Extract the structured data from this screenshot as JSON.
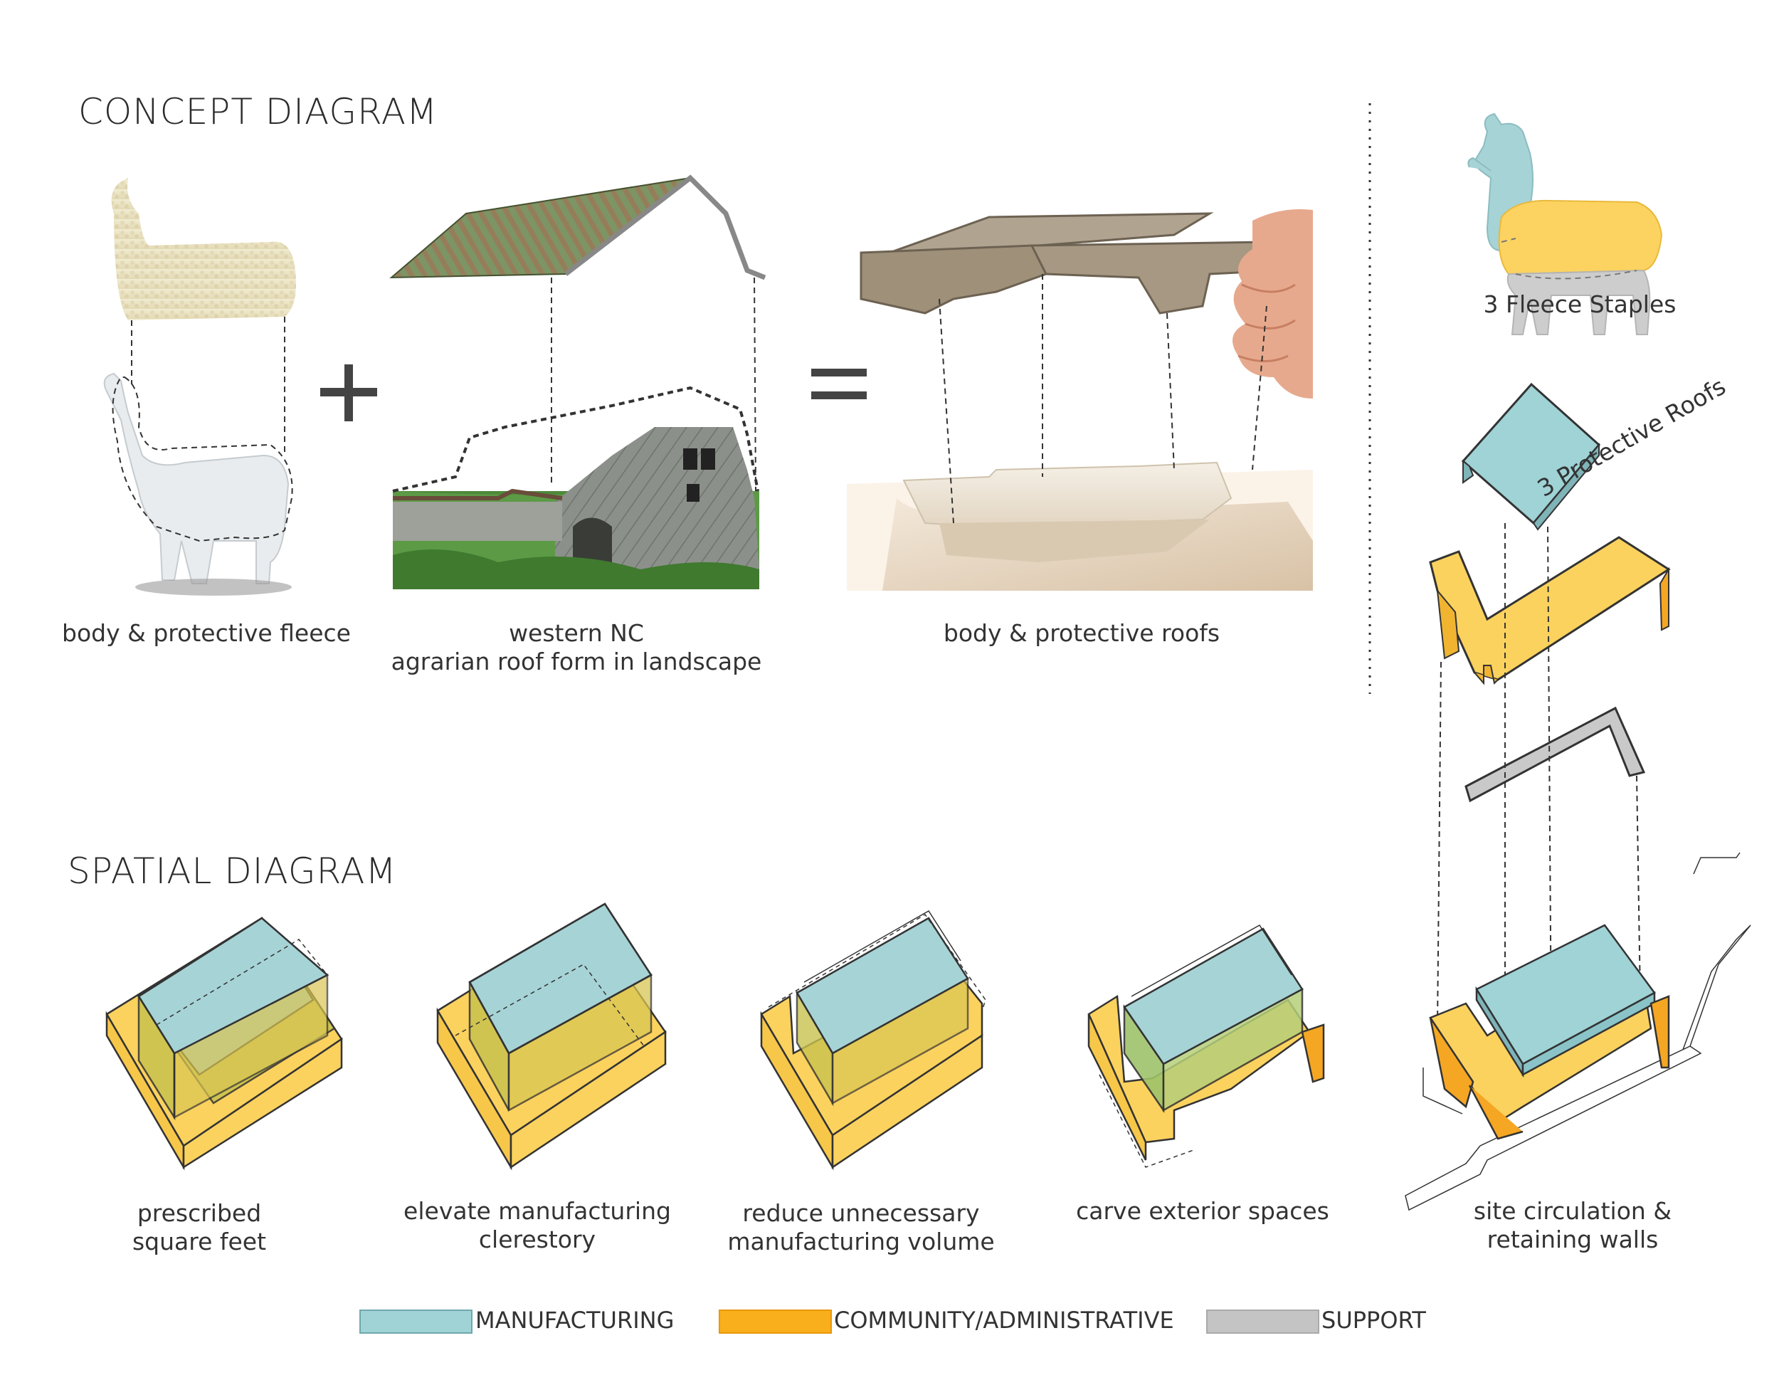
{
  "headings": {
    "concept": "CONCEPT DIAGRAM",
    "spatial": "SPATIAL DIAGRAM"
  },
  "concept_captions": {
    "alpaca": "body & protective fleece",
    "barn_line1": "western NC",
    "barn_line2": "agrarian roof form in landscape",
    "model": "body & protective roofs",
    "plus": "+",
    "equals": "="
  },
  "right_panel": {
    "fleece": "3 Fleece Staples",
    "roofs": "3 Protective Roofs"
  },
  "spatial_steps": [
    {
      "line1": "prescribed",
      "line2": "square feet"
    },
    {
      "line1": "elevate manufacturing",
      "line2": "clerestory"
    },
    {
      "line1": "reduce unnecessary",
      "line2": "manufacturing volume"
    },
    {
      "line1": "carve exterior spaces",
      "line2": ""
    },
    {
      "line1": "site circulation &",
      "line2": "retaining walls"
    }
  ],
  "legend": [
    {
      "label": "MANUFACTURING",
      "color": "#9fd3d6"
    },
    {
      "label": "COMMUNITY/ADMINISTRATIVE",
      "color": "#f9ae1b"
    },
    {
      "label": "SUPPORT",
      "color": "#c4c4c4"
    }
  ],
  "colors": {
    "manufacturing": "#9fd3d6",
    "community": "#fbd25e",
    "community_dark": "#f5a623",
    "support": "#c9c9c9"
  }
}
